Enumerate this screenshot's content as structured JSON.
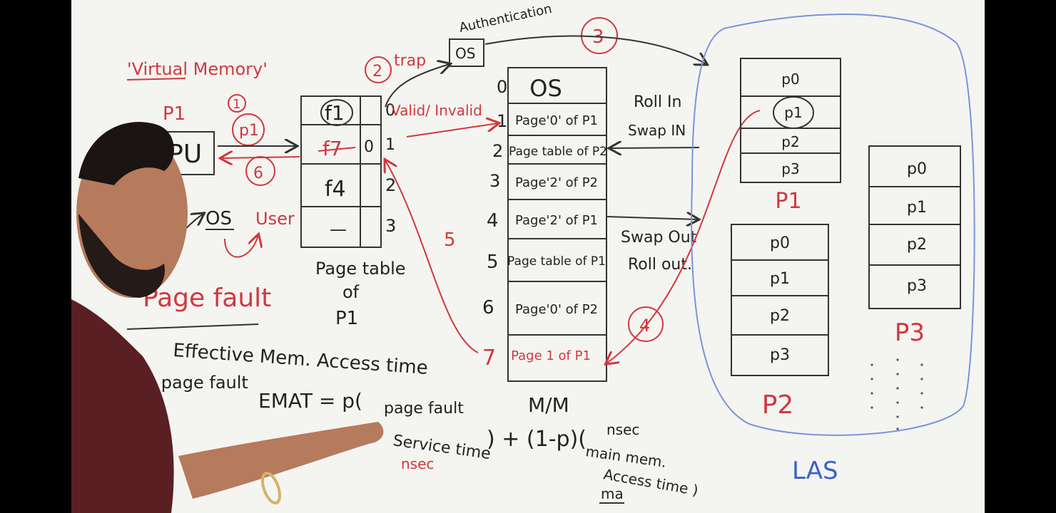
{
  "colors": {
    "board": "#f4f4f1",
    "ink_black": "#222222",
    "ink_red": "#d0383e",
    "ink_blue": "#3a62c4"
  },
  "red_notes": {
    "virtual_memory": "'Virtual Memory'",
    "p1_label": "P1",
    "step1": "1",
    "p1_req": "p1",
    "step6": "6",
    "user": "User",
    "page_fault": "Page fault",
    "step2": "2",
    "trap": "trap",
    "step3": "3",
    "step4": "4",
    "step5": "5",
    "valid_invalid": "Valid/ Invalid",
    "nsec": "nsec"
  },
  "black_notes": {
    "authentication": "Authentication",
    "os_box": "OS",
    "cpu": "CPU",
    "os_under": "OS",
    "roll_in": "Roll In",
    "swap_in": "Swap IN",
    "swap_out": "Swap Out",
    "roll_out": "Roll out.",
    "emat_title": "Effective Mem. Access time",
    "emat_p": "'p' → page fault",
    "emat_eq": "EMAT = p(",
    "page_fault_service": "page fault",
    "service_time": "Service time",
    "plus_term": ") + (1-p)(",
    "nsec2": "nsec",
    "main_mem": "main mem.",
    "access_time": "Access time )",
    "ma": "ma"
  },
  "page_table": {
    "caption_1": "Page table",
    "caption_2": "of",
    "caption_3": "P1",
    "rows": [
      {
        "frame": "f1",
        "bit": "",
        "index": "0"
      },
      {
        "frame": "f7",
        "bit": "0",
        "index": "1"
      },
      {
        "frame": "f4",
        "bit": "",
        "index": "2"
      },
      {
        "frame": "—",
        "bit": "",
        "index": "3"
      }
    ]
  },
  "main_memory": {
    "label": "M/M",
    "frames": [
      {
        "index": "0",
        "content": "OS"
      },
      {
        "index": "1",
        "content": "Page'0' of P1"
      },
      {
        "index": "2",
        "content": "Page table of P2"
      },
      {
        "index": "3",
        "content": "Page'2' of P2"
      },
      {
        "index": "4",
        "content": "Page'2' of P1"
      },
      {
        "index": "5",
        "content": "Page table of P1"
      },
      {
        "index": "6",
        "content": "Page'0' of P2"
      },
      {
        "index": "7",
        "content": "Page 1 of P1"
      }
    ]
  },
  "las": {
    "label": "LAS",
    "processes": [
      {
        "name": "P1",
        "pages": [
          "p0",
          "p1",
          "p2",
          "p3"
        ]
      },
      {
        "name": "P2",
        "pages": [
          "p0",
          "p1",
          "p2",
          "p3"
        ]
      },
      {
        "name": "P3",
        "pages": [
          "p0",
          "p1",
          "p2",
          "p3"
        ]
      }
    ]
  }
}
